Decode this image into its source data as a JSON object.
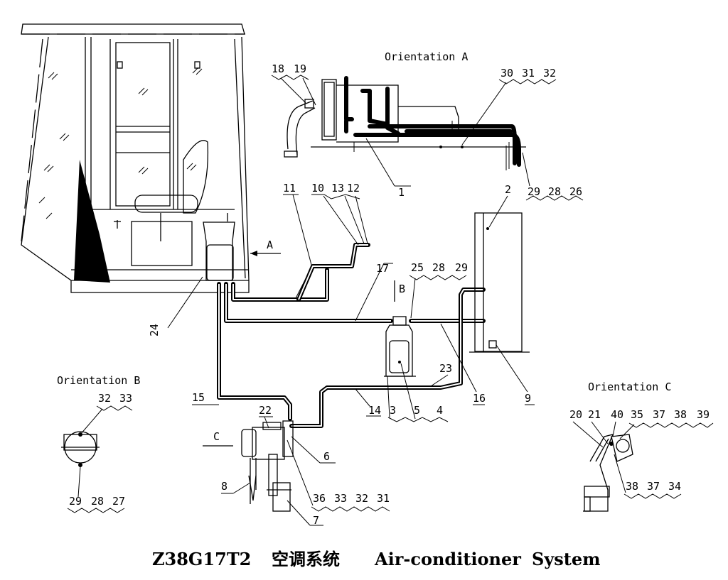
{
  "title": {
    "model": "Z38G17T2",
    "chinese": "空调系统",
    "english1": "Air-conditioner",
    "english2": "System"
  },
  "views": {
    "orientation_a": "Orientation A",
    "orientation_b": "Orientation B",
    "orientation_c": "Orientation C",
    "section_a": "A",
    "section_b": "B",
    "section_c": "C"
  },
  "callouts": {
    "c18": "18",
    "c19": "19",
    "c30": "30",
    "c31": "31",
    "c32": "32",
    "c1": "1",
    "c29a": "29",
    "c28a": "28",
    "c26": "26",
    "c2": "2",
    "c11": "11",
    "c10": "10",
    "c13": "13",
    "c12": "12",
    "c17": "17",
    "c25": "25",
    "c28b": "28",
    "c29b": "29",
    "c24": "24",
    "c23": "23",
    "c9": "9",
    "c16": "16",
    "c3": "3",
    "c5": "5",
    "c4": "4",
    "c14": "14",
    "c15": "15",
    "c22": "22",
    "c6": "6",
    "c8": "8",
    "c36": "36",
    "c33b": "33",
    "c32c": "32",
    "c31b": "31",
    "c7": "7",
    "c32b": "32",
    "c33": "33",
    "c29c": "29",
    "c28c": "28",
    "c27": "27",
    "c20": "20",
    "c21": "21",
    "c40": "40",
    "c35": "35",
    "c37a": "37",
    "c38a": "38",
    "c39": "39",
    "c38b": "38",
    "c37b": "37",
    "c34": "34"
  }
}
